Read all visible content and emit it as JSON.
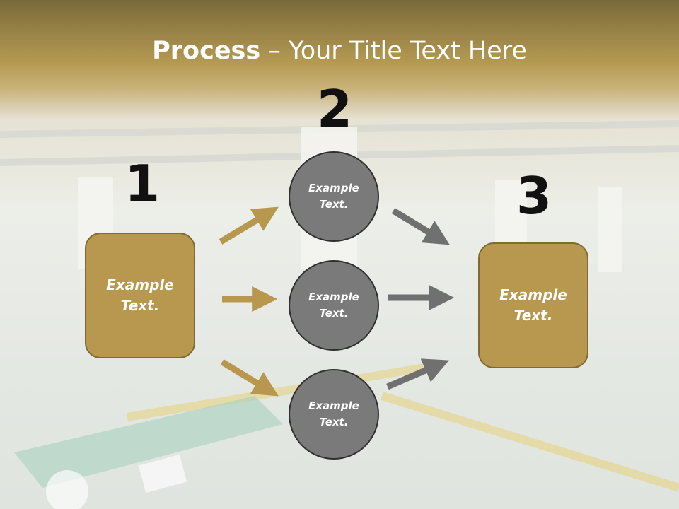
{
  "slide": {
    "title_bold": "Process",
    "title_rest": " – Your Title Text Here",
    "steps": [
      "1",
      "2",
      "3"
    ],
    "left_box": {
      "line1": "Example",
      "line2": "Text."
    },
    "right_box": {
      "line1": "Example",
      "line2": "Text."
    },
    "circles": [
      {
        "line1": "Example",
        "line2": "Text."
      },
      {
        "line1": "Example",
        "line2": "Text."
      },
      {
        "line1": "Example",
        "line2": "Text."
      }
    ]
  },
  "colors": {
    "gold": "#b8974f",
    "gold_arrow": "#b8974f",
    "gray_arrow": "#707070",
    "circle": "#7a7a7a"
  }
}
